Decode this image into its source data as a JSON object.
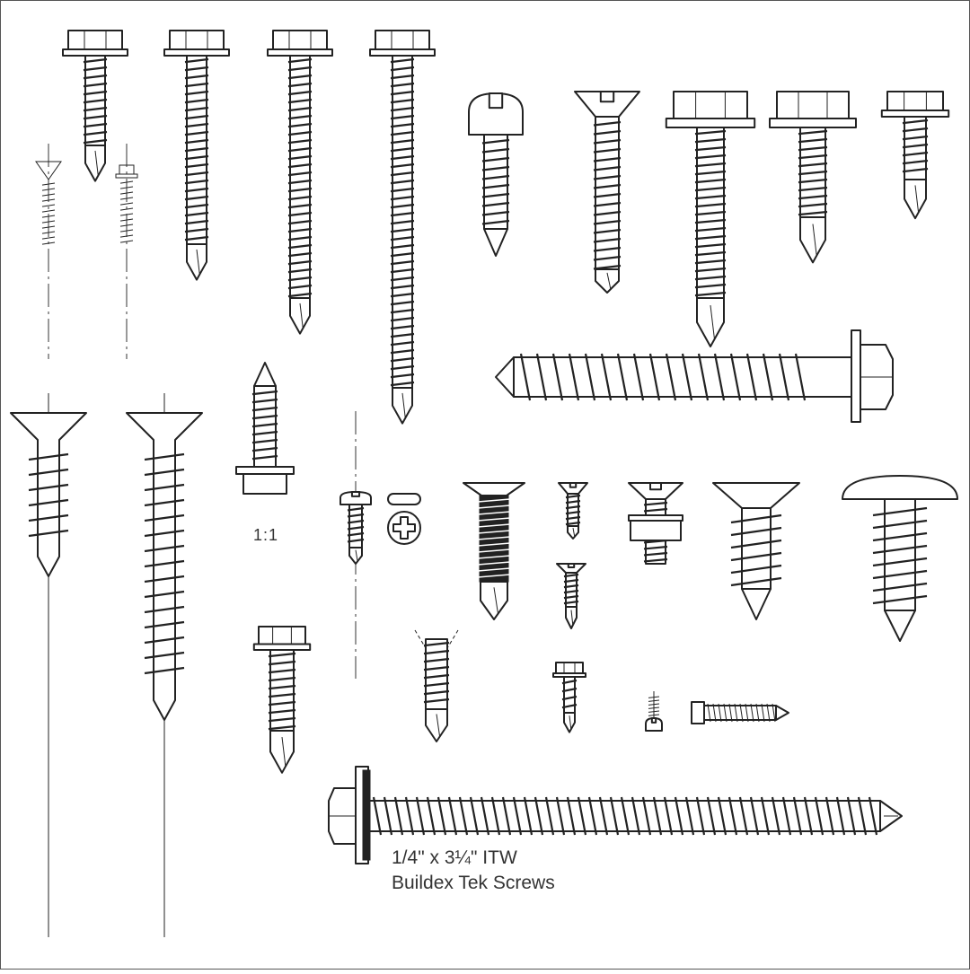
{
  "title": "",
  "scale_label": "1:1",
  "caption": {
    "line1": "1/4\" x 3¼\" ITW",
    "line2": "Buildex Tek Screws"
  },
  "colors": {
    "ink": "#222222",
    "paper": "#ffffff",
    "frame": "#555555"
  },
  "fasteners": [
    {
      "id": "hex-washer-tek-1",
      "kind": "hex-washer"
    },
    {
      "id": "hex-washer-tek-2",
      "kind": "hex-washer"
    },
    {
      "id": "hex-washer-tek-3",
      "kind": "hex-washer"
    },
    {
      "id": "hex-washer-tek-4",
      "kind": "hex-washer"
    },
    {
      "id": "pan-head-screw",
      "kind": "pan-slotted"
    },
    {
      "id": "flat-head-tek",
      "kind": "flat-slotted"
    },
    {
      "id": "hex-washer-large",
      "kind": "hex-washer"
    },
    {
      "id": "hex-washer-medium",
      "kind": "hex-washer"
    },
    {
      "id": "hex-washer-small",
      "kind": "hex-washer"
    },
    {
      "id": "flat-thin-profile",
      "kind": "flat-outline"
    },
    {
      "id": "hex-thin-profile",
      "kind": "hex-outline"
    },
    {
      "id": "lag-screw-horizontal",
      "kind": "hex-lag"
    },
    {
      "id": "flat-head-wood-1",
      "kind": "flat-wood"
    },
    {
      "id": "flat-head-wood-2",
      "kind": "flat-wood"
    },
    {
      "id": "inverted-hex-tek",
      "kind": "hex-washer"
    },
    {
      "id": "small-pan-tek",
      "kind": "pan-slotted"
    },
    {
      "id": "phillips-head-view",
      "kind": "head-view"
    },
    {
      "id": "black-flat-tek",
      "kind": "flat-black"
    },
    {
      "id": "tiny-flat-tek",
      "kind": "flat-slotted"
    },
    {
      "id": "flat-with-nut",
      "kind": "flat-nut"
    },
    {
      "id": "flat-sheet-metal",
      "kind": "flat-slotted"
    },
    {
      "id": "truss-head-screw",
      "kind": "truss"
    },
    {
      "id": "hex-tek-lower",
      "kind": "hex-washer"
    },
    {
      "id": "headless-tek",
      "kind": "shank"
    },
    {
      "id": "tiny-flat-tek-2",
      "kind": "flat-slotted"
    },
    {
      "id": "tiny-hex-tek",
      "kind": "hex-washer"
    },
    {
      "id": "mini-pan-screw",
      "kind": "pan-slotted"
    },
    {
      "id": "mini-hex-horizontal",
      "kind": "hex-washer"
    },
    {
      "id": "itw-buildex-tek",
      "kind": "hex-washer-bonded"
    }
  ]
}
